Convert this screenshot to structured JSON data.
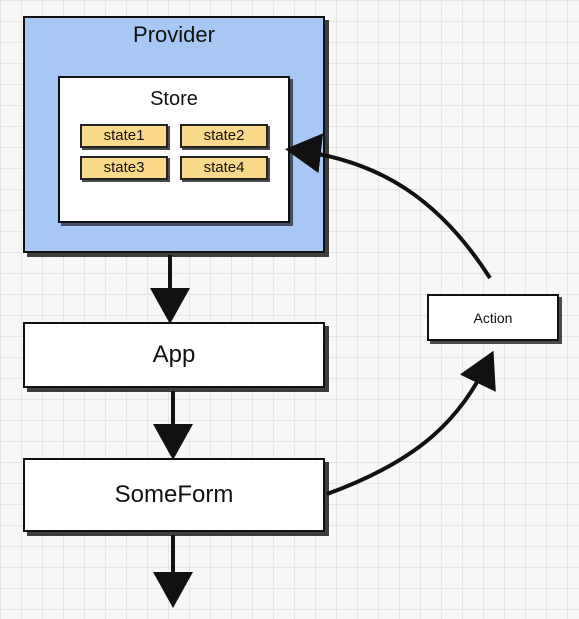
{
  "provider": {
    "title": "Provider"
  },
  "store": {
    "title": "Store",
    "states": [
      "state1",
      "state2",
      "state3",
      "state4"
    ]
  },
  "app": {
    "label": "App"
  },
  "someform": {
    "label": "SomeForm"
  },
  "action": {
    "label": "Action"
  },
  "colors": {
    "provider_fill": "#a7c7f4",
    "state_fill": "#fbd98a",
    "box_fill": "#ffffff",
    "stroke": "#111111"
  }
}
